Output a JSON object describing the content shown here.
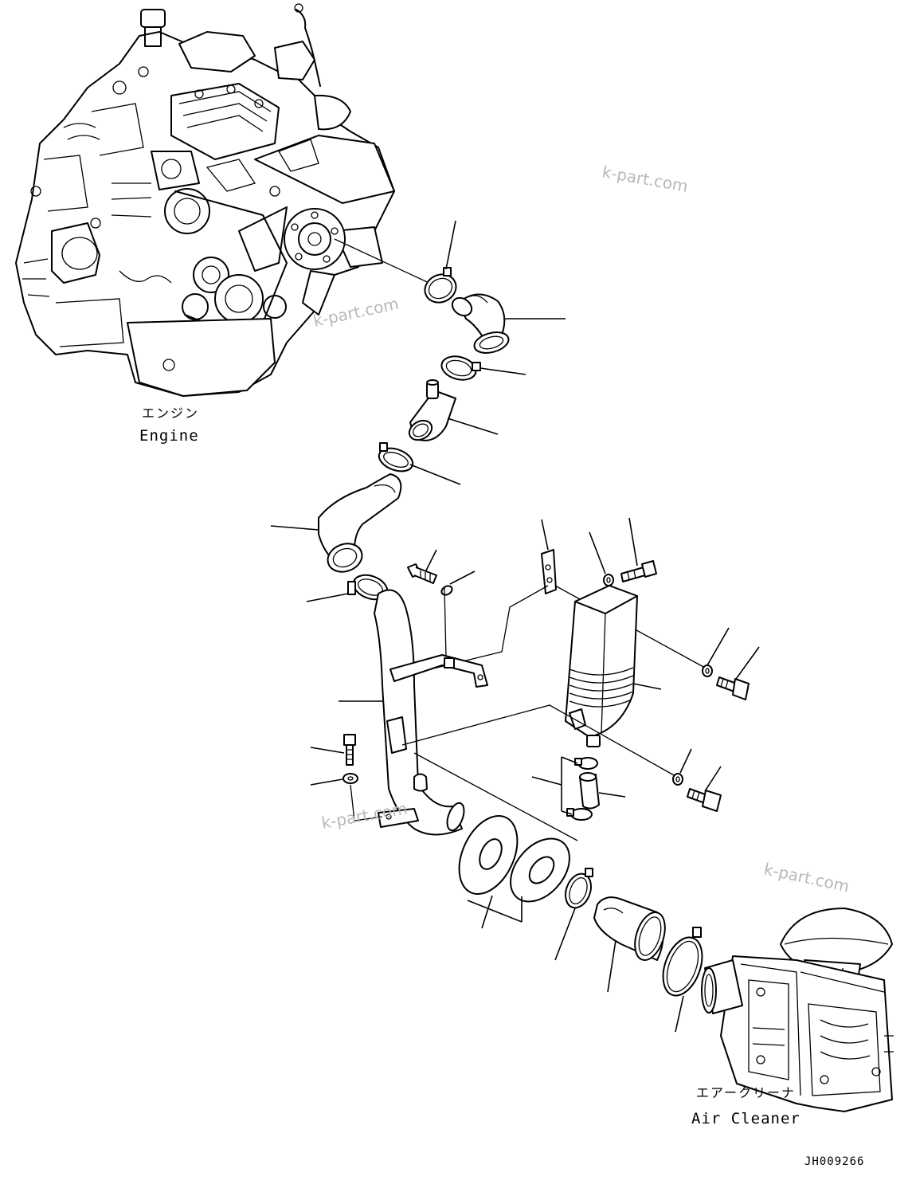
{
  "labels": {
    "engine_jp": "エンジン",
    "engine_en": "Engine",
    "air_cleaner_jp": "エアークリーナ",
    "air_cleaner_en": "Air Cleaner"
  },
  "watermarks": [
    "k-part.com",
    "k-part.com",
    "k-part.com",
    "k-part.com"
  ],
  "drawing_code": "JH009266"
}
